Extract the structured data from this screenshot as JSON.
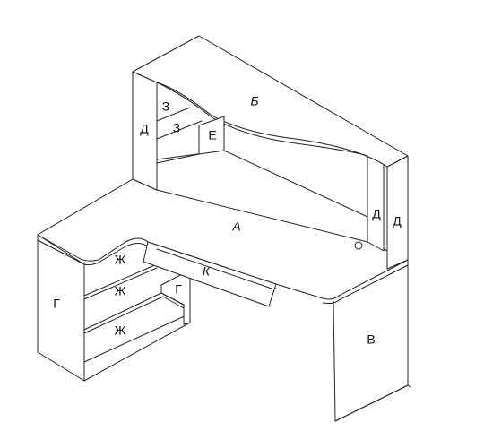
{
  "labels": {
    "A": "А",
    "B": "Б",
    "V": "В",
    "G": "Г",
    "D": "Д",
    "E": "Е",
    "Zh": "Ж",
    "Z": "З",
    "K": "К"
  },
  "colors": {
    "stroke": "#222222",
    "background": "#ffffff"
  }
}
